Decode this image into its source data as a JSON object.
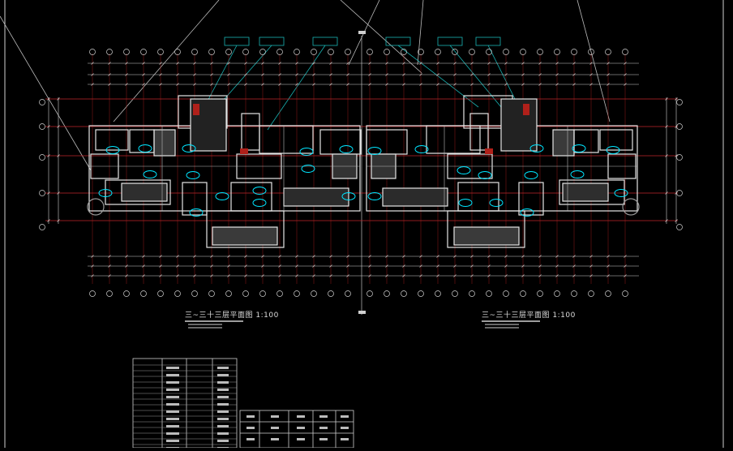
{
  "drawing": {
    "colors": {
      "background": "#000000",
      "wall": "#e6e6e6",
      "axis": "#ff3b3b",
      "annotation": "#19b3b3",
      "fixture": "#00e5ff",
      "dimension": "#d0d0d0"
    },
    "plans": [
      {
        "id": "left",
        "title": "三~三十三层平面图  1:100"
      },
      {
        "id": "right",
        "title": "三~三十三层平面图  1:100"
      }
    ]
  }
}
